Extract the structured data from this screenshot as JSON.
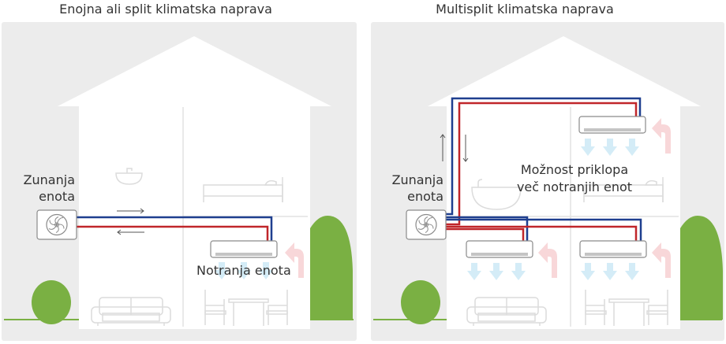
{
  "panels": [
    {
      "title": "Enojna ali split klimatska naprava",
      "outdoor_label": [
        "Zunanja",
        "enota"
      ],
      "indoor_label": "Notranja enota"
    },
    {
      "title": "Multisplit klimatska naprava",
      "outdoor_label": [
        "Zunanja",
        "enota"
      ],
      "multi_label": [
        "Možnost priklopa",
        "več notranjih enot"
      ]
    }
  ],
  "colors": {
    "background": "#ececec",
    "pipe_cold": "#1f3f8f",
    "pipe_hot": "#c0262a",
    "bush": "#7ab043",
    "cool_air": "#d4ecf7",
    "warm_air": "#f8d7d9"
  }
}
